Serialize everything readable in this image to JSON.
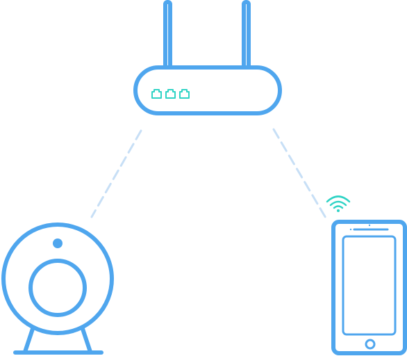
{
  "diagram": {
    "devices": [
      {
        "id": "router",
        "icon": "router-icon",
        "antennas": 2,
        "ports": 3
      },
      {
        "id": "camera",
        "icon": "camera-icon"
      },
      {
        "id": "phone",
        "icon": "smartphone-icon"
      }
    ],
    "links": [
      {
        "from": "router",
        "to": "camera",
        "style": "dashed"
      },
      {
        "from": "router",
        "to": "phone",
        "style": "dashed"
      }
    ],
    "badges": [
      {
        "attached_to": "phone",
        "icon": "wifi-icon"
      }
    ]
  },
  "colors": {
    "device_stroke": "#4fa6ee",
    "port_accent": "#2fd3c5",
    "wifi_accent": "#2fd3c5",
    "link_dash": "#c7dff6",
    "background": "#ffffff"
  }
}
